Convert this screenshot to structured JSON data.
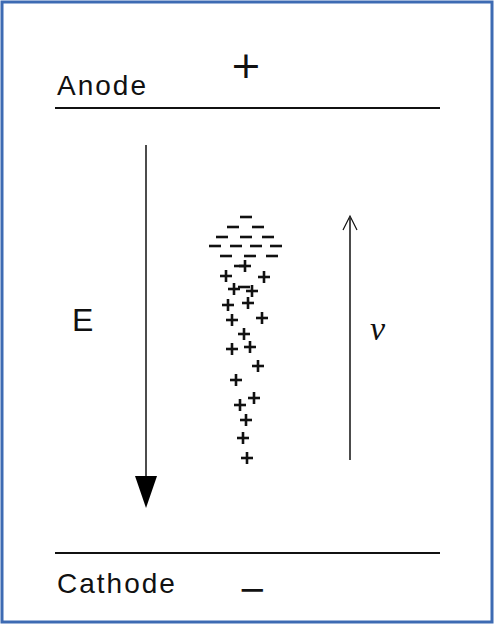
{
  "diagram": {
    "labels": [
      "Anode",
      "+",
      "E",
      "v",
      "Cathode",
      "−"
    ]
  }
}
